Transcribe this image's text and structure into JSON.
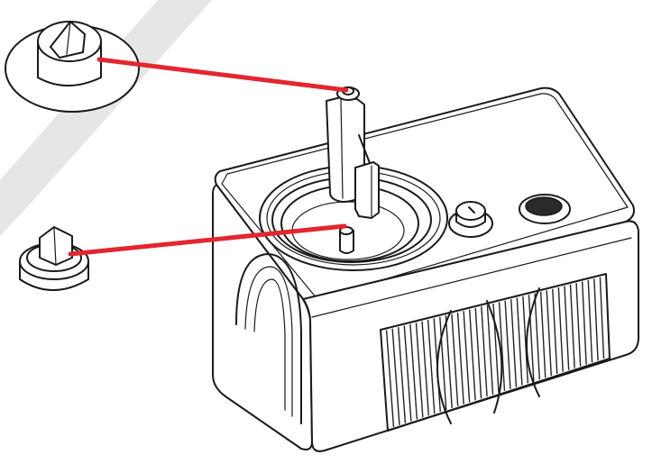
{
  "diagram": {
    "background": "#ffffff",
    "watermark_color": "#e6e6e6",
    "callout_color": "#e3262f",
    "callouts": [
      {
        "target": "paddle-shaft-top",
        "detail": "drive-coupling-detail"
      },
      {
        "target": "motor-drive-spindle",
        "detail": "drive-shaft-detail"
      }
    ]
  }
}
